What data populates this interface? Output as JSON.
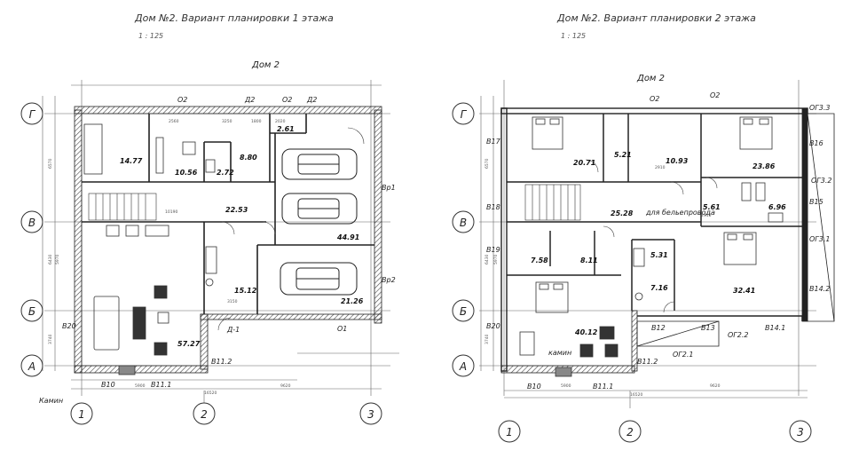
{
  "sheet": {
    "left": {
      "title": "Дом №2. Вариант планировки 1 этажа",
      "scale": "1 : 125",
      "house_label": "Дом 2",
      "axes_rows": [
        "Г",
        "В",
        "Б",
        "А"
      ],
      "axes_cols": [
        "1",
        "2",
        "3"
      ],
      "rooms": [
        {
          "id": "r1",
          "area": "14.77"
        },
        {
          "id": "r2",
          "area": "10.56"
        },
        {
          "id": "r3",
          "area": "2.72"
        },
        {
          "id": "r4",
          "area": "8.80"
        },
        {
          "id": "r5",
          "area": "2.61"
        },
        {
          "id": "r6",
          "area": "22.53"
        },
        {
          "id": "r7",
          "area": "44.91"
        },
        {
          "id": "r8",
          "area": "15.12"
        },
        {
          "id": "r9",
          "area": "21.26"
        },
        {
          "id": "r10",
          "area": "57.27"
        }
      ],
      "marks": [
        "О2",
        "Д2",
        "О2",
        "Д2",
        "Вр1",
        "Вр2",
        "В20",
        "В11.2",
        "Д-1",
        "О1",
        "В10",
        "В11.1",
        "Камин"
      ],
      "dims": [
        "2560",
        "3250",
        "1800",
        "2020",
        "6570",
        "10190",
        "6430",
        "5970",
        "3740",
        "3150",
        "5900",
        "16520",
        "9620"
      ]
    },
    "right": {
      "title": "Дом №2. Вариант планировки 2 этажа",
      "scale": "1 : 125",
      "house_label": "Дом 2",
      "axes_rows": [
        "Г",
        "В",
        "Б",
        "А"
      ],
      "axes_cols": [
        "1",
        "2",
        "3"
      ],
      "rooms": [
        {
          "id": "s1",
          "area": "20.71"
        },
        {
          "id": "s2",
          "area": "5.21"
        },
        {
          "id": "s3",
          "area": "10.93"
        },
        {
          "id": "s4",
          "area": "23.86"
        },
        {
          "id": "s5",
          "area": "25.28"
        },
        {
          "id": "s6",
          "area": "5.61"
        },
        {
          "id": "s7",
          "area": "6.96"
        },
        {
          "id": "s8",
          "area": "7.58"
        },
        {
          "id": "s9",
          "area": "8.11"
        },
        {
          "id": "s10",
          "area": "5.31"
        },
        {
          "id": "s11",
          "area": "7.16"
        },
        {
          "id": "s12",
          "area": "32.41"
        },
        {
          "id": "s13",
          "area": "40.12"
        }
      ],
      "marks": [
        "О2",
        "О2",
        "ОГ3.3",
        "В16",
        "ОГ3.2",
        "В15",
        "ОГ3.1",
        "В14.2",
        "В14.1",
        "ОГ2.2",
        "ОГ2.1",
        "В12",
        "В13",
        "В17",
        "В18",
        "В19",
        "В20",
        "В11.2",
        "В10",
        "В11.1",
        "камин"
      ],
      "laundry_label": "для бельепровода",
      "dims": [
        "2910",
        "2910",
        "6570",
        "6430",
        "5970",
        "3740",
        "5900",
        "16520",
        "9620"
      ]
    }
  }
}
